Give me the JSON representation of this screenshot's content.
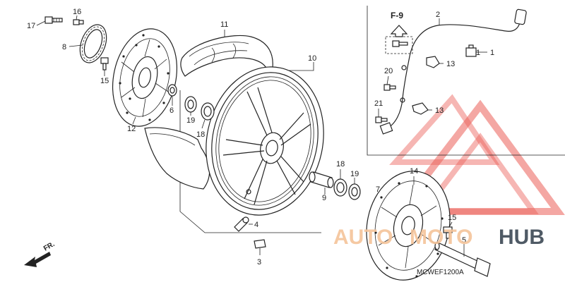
{
  "diagram": {
    "callouts": {
      "c1": "1",
      "c2": "2",
      "c3": "3",
      "c4": "4",
      "c5": "5",
      "c6": "6",
      "c7": "7",
      "c8": "8",
      "c9": "9",
      "c10": "10",
      "c11": "11",
      "c12": "12",
      "c13a": "13",
      "c13b": "13",
      "c14": "14",
      "c15a": "15",
      "c15b": "15",
      "c16": "16",
      "c17": "17",
      "c18a": "18",
      "c18b": "18",
      "c19a": "19",
      "c19b": "19",
      "c20": "20",
      "c21": "21"
    },
    "section_ref": "F-9",
    "direction_label": "FR.",
    "diagram_code": "MCWEF1200A"
  },
  "watermark": {
    "text_part1": "AUTO",
    "text_part2": "MOTO",
    "text_part3": "HUB",
    "color_primary": "#e8433a",
    "color_secondary": "#f2a86a",
    "color_dark": "#3d4955"
  }
}
